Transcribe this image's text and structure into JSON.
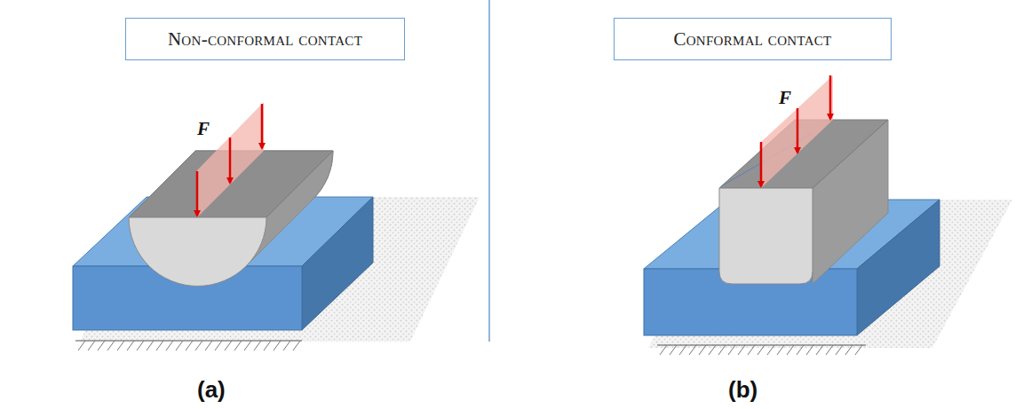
{
  "diagram": {
    "nodes": [
      {
        "text": [
          "Non-conformal contact"
        ]
      },
      {
        "text": [
          "Conformal contact"
        ]
      }
    ],
    "labels": [
      "F",
      "F",
      "(a)",
      "(b)"
    ]
  }
}
